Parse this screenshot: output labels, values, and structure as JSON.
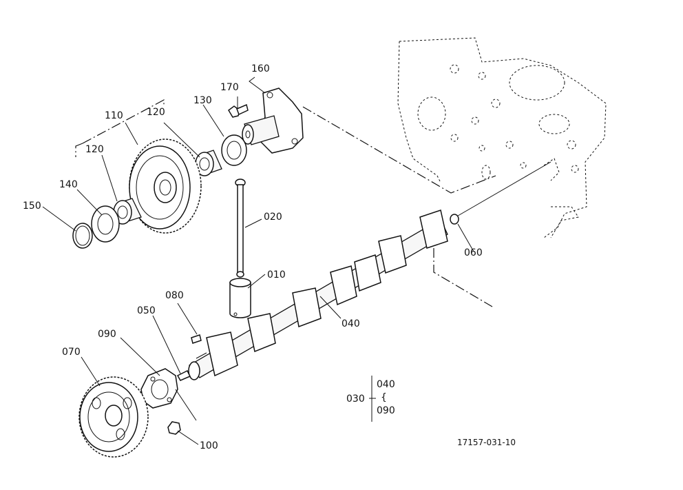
{
  "labels": {
    "p010": "010",
    "p020": "020",
    "p040": "040",
    "p050": "050",
    "p060": "060",
    "p070": "070",
    "p080": "080",
    "p090": "090",
    "p100": "100",
    "p110": "110",
    "p120": "120",
    "p130": "130",
    "p140": "140",
    "p150": "150",
    "p160": "160",
    "p170": "170"
  },
  "group": {
    "parent": "030",
    "child_top": "040",
    "range_mark": "{",
    "child_bottom": "090"
  },
  "drawing_number": "17157-031-10"
}
